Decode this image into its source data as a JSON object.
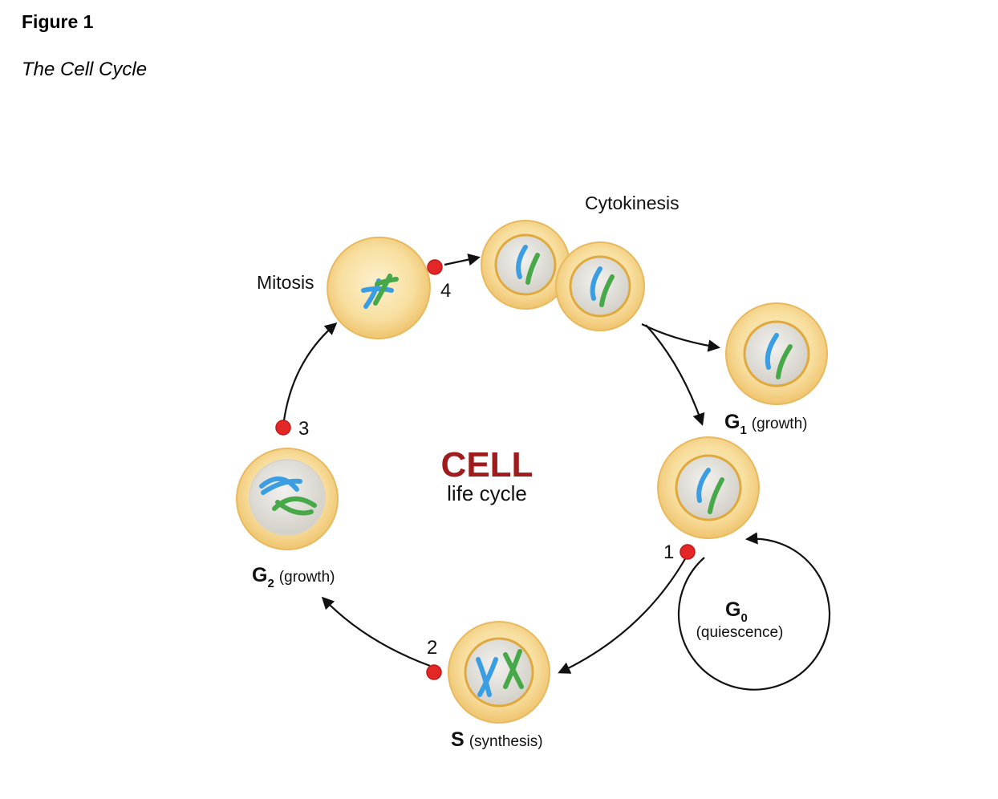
{
  "figure": {
    "label": "Figure 1",
    "title": "The Cell Cycle"
  },
  "center": {
    "title": "CELL",
    "subtitle": "life cycle"
  },
  "stages": {
    "cytokinesis": "Cytokinesis",
    "mitosis": "Mitosis",
    "g1_letter": "G",
    "g1_sub": "1",
    "g1_desc": "(growth)",
    "g2_letter": "G",
    "g2_sub": "2",
    "g2_desc": "(growth)",
    "s_letter": "S",
    "s_desc": "(synthesis)",
    "g0_letter": "G",
    "g0_sub": "0",
    "g0_desc": "(quiescence)"
  },
  "checkpoints": {
    "c1": "1",
    "c2": "2",
    "c3": "3",
    "c4": "4"
  },
  "colors": {
    "title_red": "#9e1c1c",
    "checkpoint_red": "#e32626",
    "cell_fill": "#f8dfa0",
    "nucleus_fill": "#e7e5e0",
    "chromosome_blue": "#3b9ee2",
    "chromosome_green": "#47a84a"
  }
}
